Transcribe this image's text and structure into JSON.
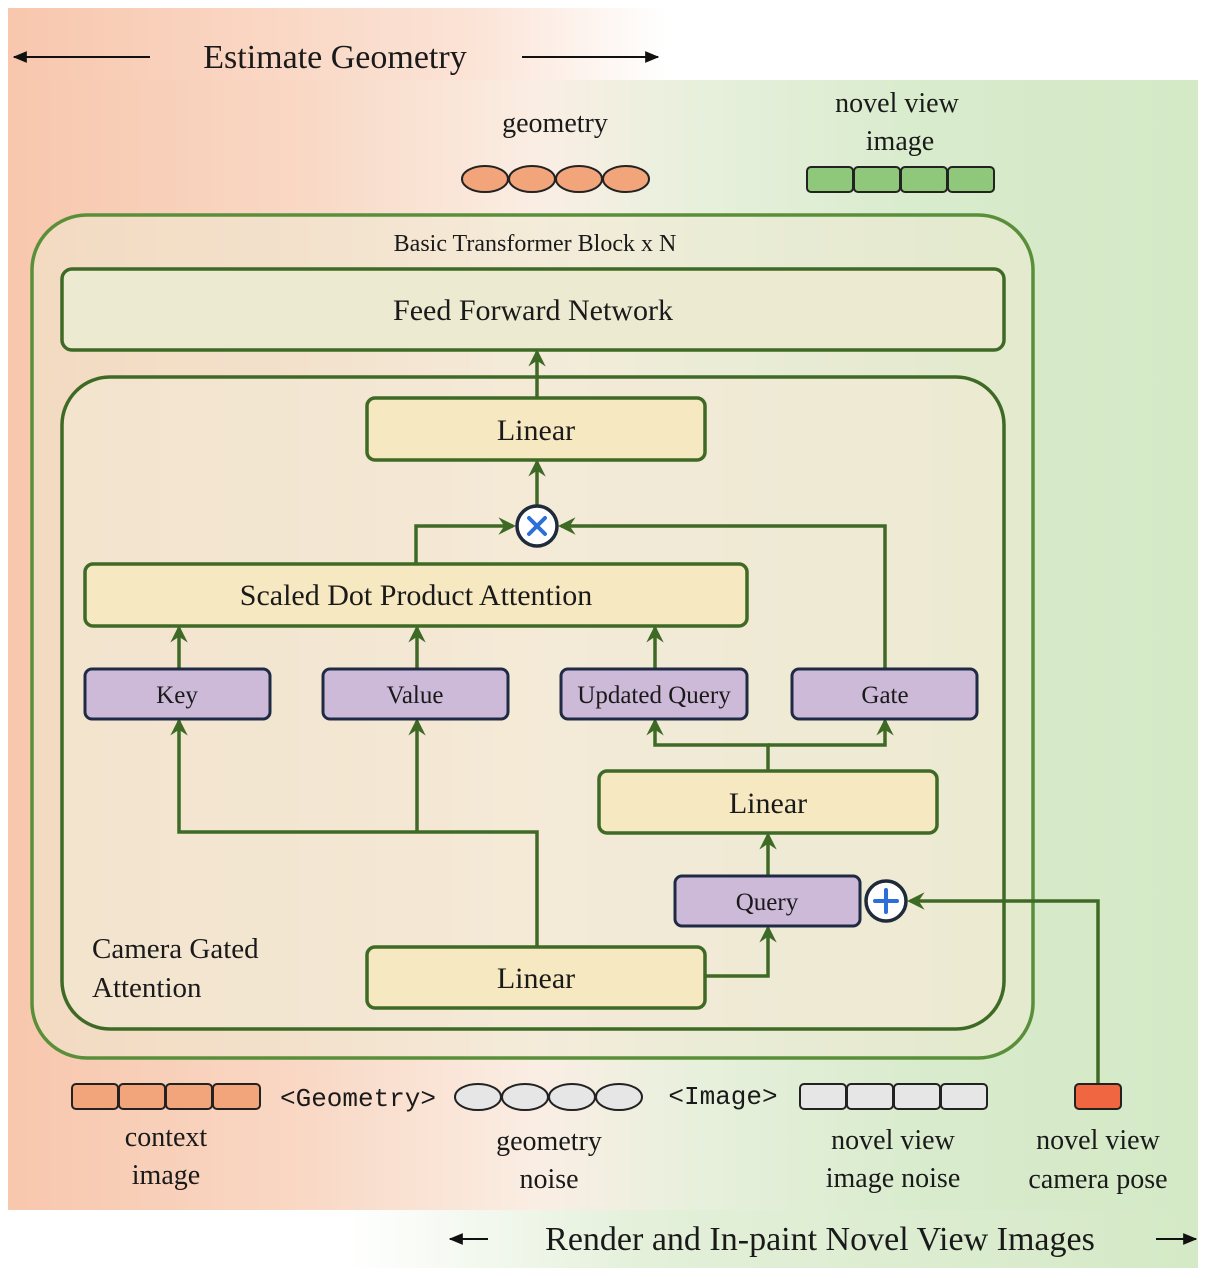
{
  "header": {
    "estimate_geometry": "Estimate Geometry"
  },
  "footer": {
    "render_inpaint": "Render and In-paint Novel View Images"
  },
  "outputs": {
    "geometry": "geometry",
    "novel_view_image_line1": "novel view",
    "novel_view_image_line2": "image"
  },
  "transformer": {
    "title": "Basic Transformer Block x N",
    "ffn": "Feed Forward Network",
    "attention_label_line1": "Camera Gated",
    "attention_label_line2": "Attention",
    "linear_top": "Linear",
    "sdpa": "Scaled Dot Product Attention",
    "key": "Key",
    "value": "Value",
    "updated_query": "Updated Query",
    "gate": "Gate",
    "linear_mid": "Linear",
    "query": "Query",
    "linear_bottom": "Linear"
  },
  "inputs": {
    "geometry_token": "<Geometry>",
    "image_token": "<Image>",
    "context_image_line1": "context",
    "context_image_line2": "image",
    "geometry_noise_line1": "geometry",
    "geometry_noise_line2": "noise",
    "novel_view_noise_line1": "novel view",
    "novel_view_noise_line2": "image noise",
    "camera_pose_line1": "novel view",
    "camera_pose_line2": "camera pose"
  },
  "colors": {
    "orange_token": "#f2a57a",
    "green_token": "#8fc87a",
    "gray_token": "#e6e6e6",
    "camera_pose": "#ef6640",
    "purple_box": "#cdb9d8",
    "yellow_box": "#f6e8c1",
    "wire": "#3e6a26",
    "operator": "#2d6fd8"
  }
}
